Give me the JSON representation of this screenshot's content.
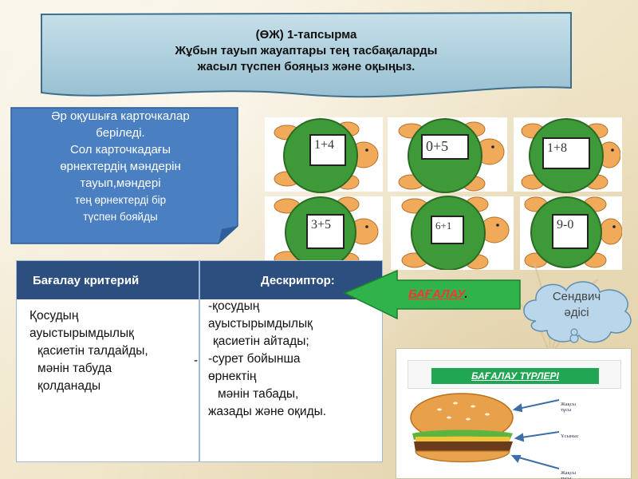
{
  "banner": {
    "line1": "(ӨЖ) 1-тапсырма",
    "line2": "Жұбын тауып жауаптары тең тасбақаларды",
    "line3": "жасыл түспен бояңыз және оқыңыз."
  },
  "note": {
    "lines": [
      "Әр оқушыға карточкалар",
      "беріледі.",
      "Сол карточкадағы",
      "өрнектердің мәндерін",
      "тауып,мәндері",
      "тең өрнектерді бір",
      "түспен бояйды"
    ]
  },
  "turtles": [
    "1+4",
    "0+5",
    "1+8",
    "3+5",
    "6+1",
    "9-0"
  ],
  "criteria": {
    "header_left": "Бағалау критерий",
    "header_right": "Дескриптор:",
    "left_lines": [
      "Қосудың",
      "ауыстырымдылық",
      "қасиетін талдайды,",
      "мәнін табуда",
      "қолданады"
    ],
    "right_lines": [
      "-қосудың",
      "ауыстырымдылық",
      "қасиетін айтады;",
      "-сурет бойынша",
      "өрнектің",
      "мәнін табады,",
      "жазады және оқиды."
    ],
    "dash": "-"
  },
  "arrow": {
    "label": "БАҒАЛАУ",
    "suffix": "."
  },
  "cloud": {
    "line1": "Сендвич",
    "line2": "әдісі"
  },
  "panel": {
    "tag": "БАҒАЛАУ ТҮРЛЕРІ",
    "labels": [
      "Жақсы тұсы",
      "Ұсыныс",
      "Жақсы тұсы"
    ]
  },
  "colors": {
    "banner_fill": "#a9ccda",
    "note_fill": "#4a7fc1",
    "turtle_shell": "#3e9a38",
    "turtle_skin": "#f1a95a",
    "table_header": "#2d4f7f",
    "arrow_fill": "#2fb34a",
    "cloud_fill": "#b9d6ea"
  }
}
